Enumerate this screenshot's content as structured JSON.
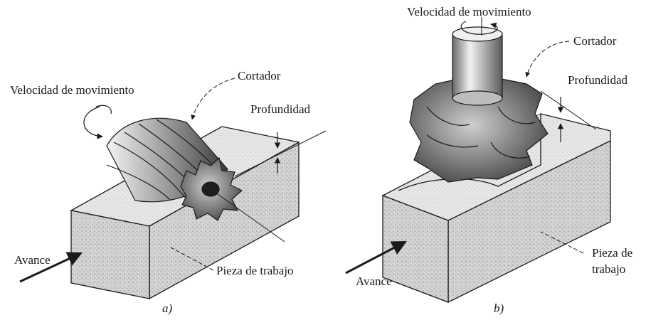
{
  "figure_a": {
    "caption": "a)",
    "labels": {
      "speed": "Velocidad de movimiento",
      "cutter": "Cortador",
      "depth": "Profundidad",
      "feed": "Avance",
      "workpiece": "Pieza de trabajo"
    }
  },
  "figure_b": {
    "caption": "b)",
    "labels": {
      "speed": "Velocidad de movimiento",
      "cutter": "Cortador",
      "depth": "Profundidad",
      "feed": "Avance",
      "workpiece_line1": "Pieza de",
      "workpiece_line2": "trabajo"
    }
  }
}
